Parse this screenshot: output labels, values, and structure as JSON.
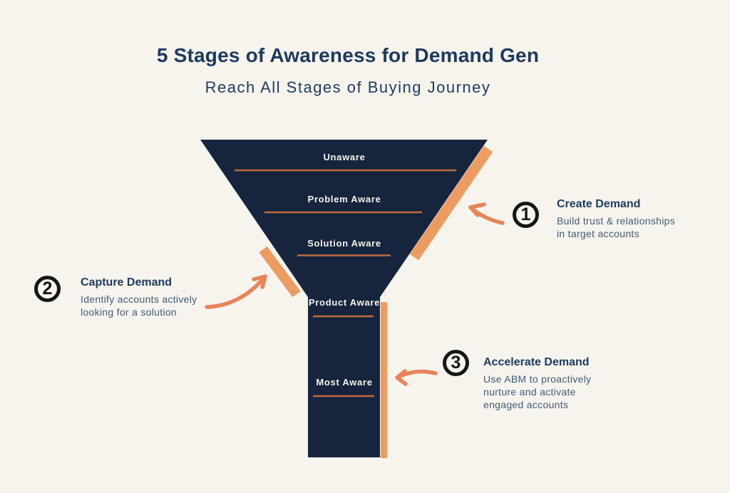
{
  "title": "5 Stages of Awareness for Demand Gen",
  "subtitle": "Reach All Stages of Buying Journey",
  "funnel": {
    "stages": [
      {
        "label": "Unaware"
      },
      {
        "label": "Problem Aware"
      },
      {
        "label": "Solution Aware"
      },
      {
        "label": "Product Aware"
      },
      {
        "label": "Most Aware"
      }
    ]
  },
  "callouts": [
    {
      "number": "1",
      "heading": "Create Demand",
      "body": "Build trust & relationships\nin target accounts"
    },
    {
      "number": "2",
      "heading": "Capture Demand",
      "body": "Identify accounts actively\nlooking for a solution"
    },
    {
      "number": "3",
      "heading": "Accelerate Demand",
      "body": "Use ABM to proactively\nnurture and activate\nengaged accounts"
    }
  ],
  "colors": {
    "background": "#f7f4ee",
    "funnel_navy": "#16253d",
    "accent_orange": "#ed9c61",
    "underline_orange": "#c2693c",
    "arrow_orange": "#e8845a",
    "heading_navy": "#1d3c61",
    "body_slate": "#3e5c7a",
    "badge_black": "#161616",
    "stage_label_white": "#f6f3ed"
  }
}
